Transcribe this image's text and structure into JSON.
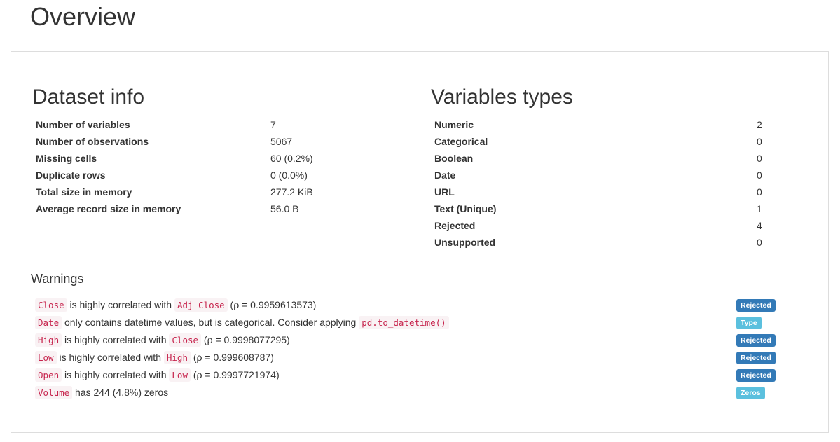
{
  "page": {
    "title": "Overview"
  },
  "dataset_info": {
    "title": "Dataset info",
    "rows": [
      {
        "label": "Number of variables",
        "value": "7"
      },
      {
        "label": "Number of observations",
        "value": "5067"
      },
      {
        "label": "Missing cells",
        "value": "60 (0.2%)"
      },
      {
        "label": "Duplicate rows",
        "value": "0 (0.0%)"
      },
      {
        "label": "Total size in memory",
        "value": "277.2 KiB"
      },
      {
        "label": "Average record size in memory",
        "value": "56.0 B"
      }
    ]
  },
  "variable_types": {
    "title": "Variables types",
    "rows": [
      {
        "label": "Numeric",
        "value": "2"
      },
      {
        "label": "Categorical",
        "value": "0"
      },
      {
        "label": "Boolean",
        "value": "0"
      },
      {
        "label": "Date",
        "value": "0"
      },
      {
        "label": "URL",
        "value": "0"
      },
      {
        "label": "Text (Unique)",
        "value": "1"
      },
      {
        "label": "Rejected",
        "value": "4"
      },
      {
        "label": "Unsupported",
        "value": "0"
      }
    ]
  },
  "warnings": {
    "title": "Warnings",
    "items": [
      {
        "var": "Close",
        "text1": " is highly correlated with ",
        "code2": "Adj_Close",
        "text2": " (ρ = 0.9959613573)",
        "badge": "Rejected",
        "badge_kind": "rejected"
      },
      {
        "var": "Date",
        "text1": " only contains datetime values, but is categorical. Consider applying ",
        "code2": "pd.to_datetime()",
        "text2": "",
        "badge": "Type",
        "badge_kind": "info"
      },
      {
        "var": "High",
        "text1": " is highly correlated with ",
        "code2": "Close",
        "text2": " (ρ = 0.9998077295)",
        "badge": "Rejected",
        "badge_kind": "rejected"
      },
      {
        "var": "Low",
        "text1": " is highly correlated with ",
        "code2": "High",
        "text2": " (ρ = 0.999608787)",
        "badge": "Rejected",
        "badge_kind": "rejected"
      },
      {
        "var": "Open",
        "text1": " is highly correlated with ",
        "code2": "Low",
        "text2": " (ρ = 0.9997721974)",
        "badge": "Rejected",
        "badge_kind": "rejected"
      },
      {
        "var": "Volume",
        "text1": " has 244 (4.8%) zeros",
        "code2": "",
        "text2": "",
        "badge": "Zeros",
        "badge_kind": "info"
      }
    ]
  },
  "colors": {
    "badge_rejected": "#337ab7",
    "badge_info": "#5bc0de",
    "code_text": "#c7254e",
    "code_bg": "#f9f2f4"
  }
}
